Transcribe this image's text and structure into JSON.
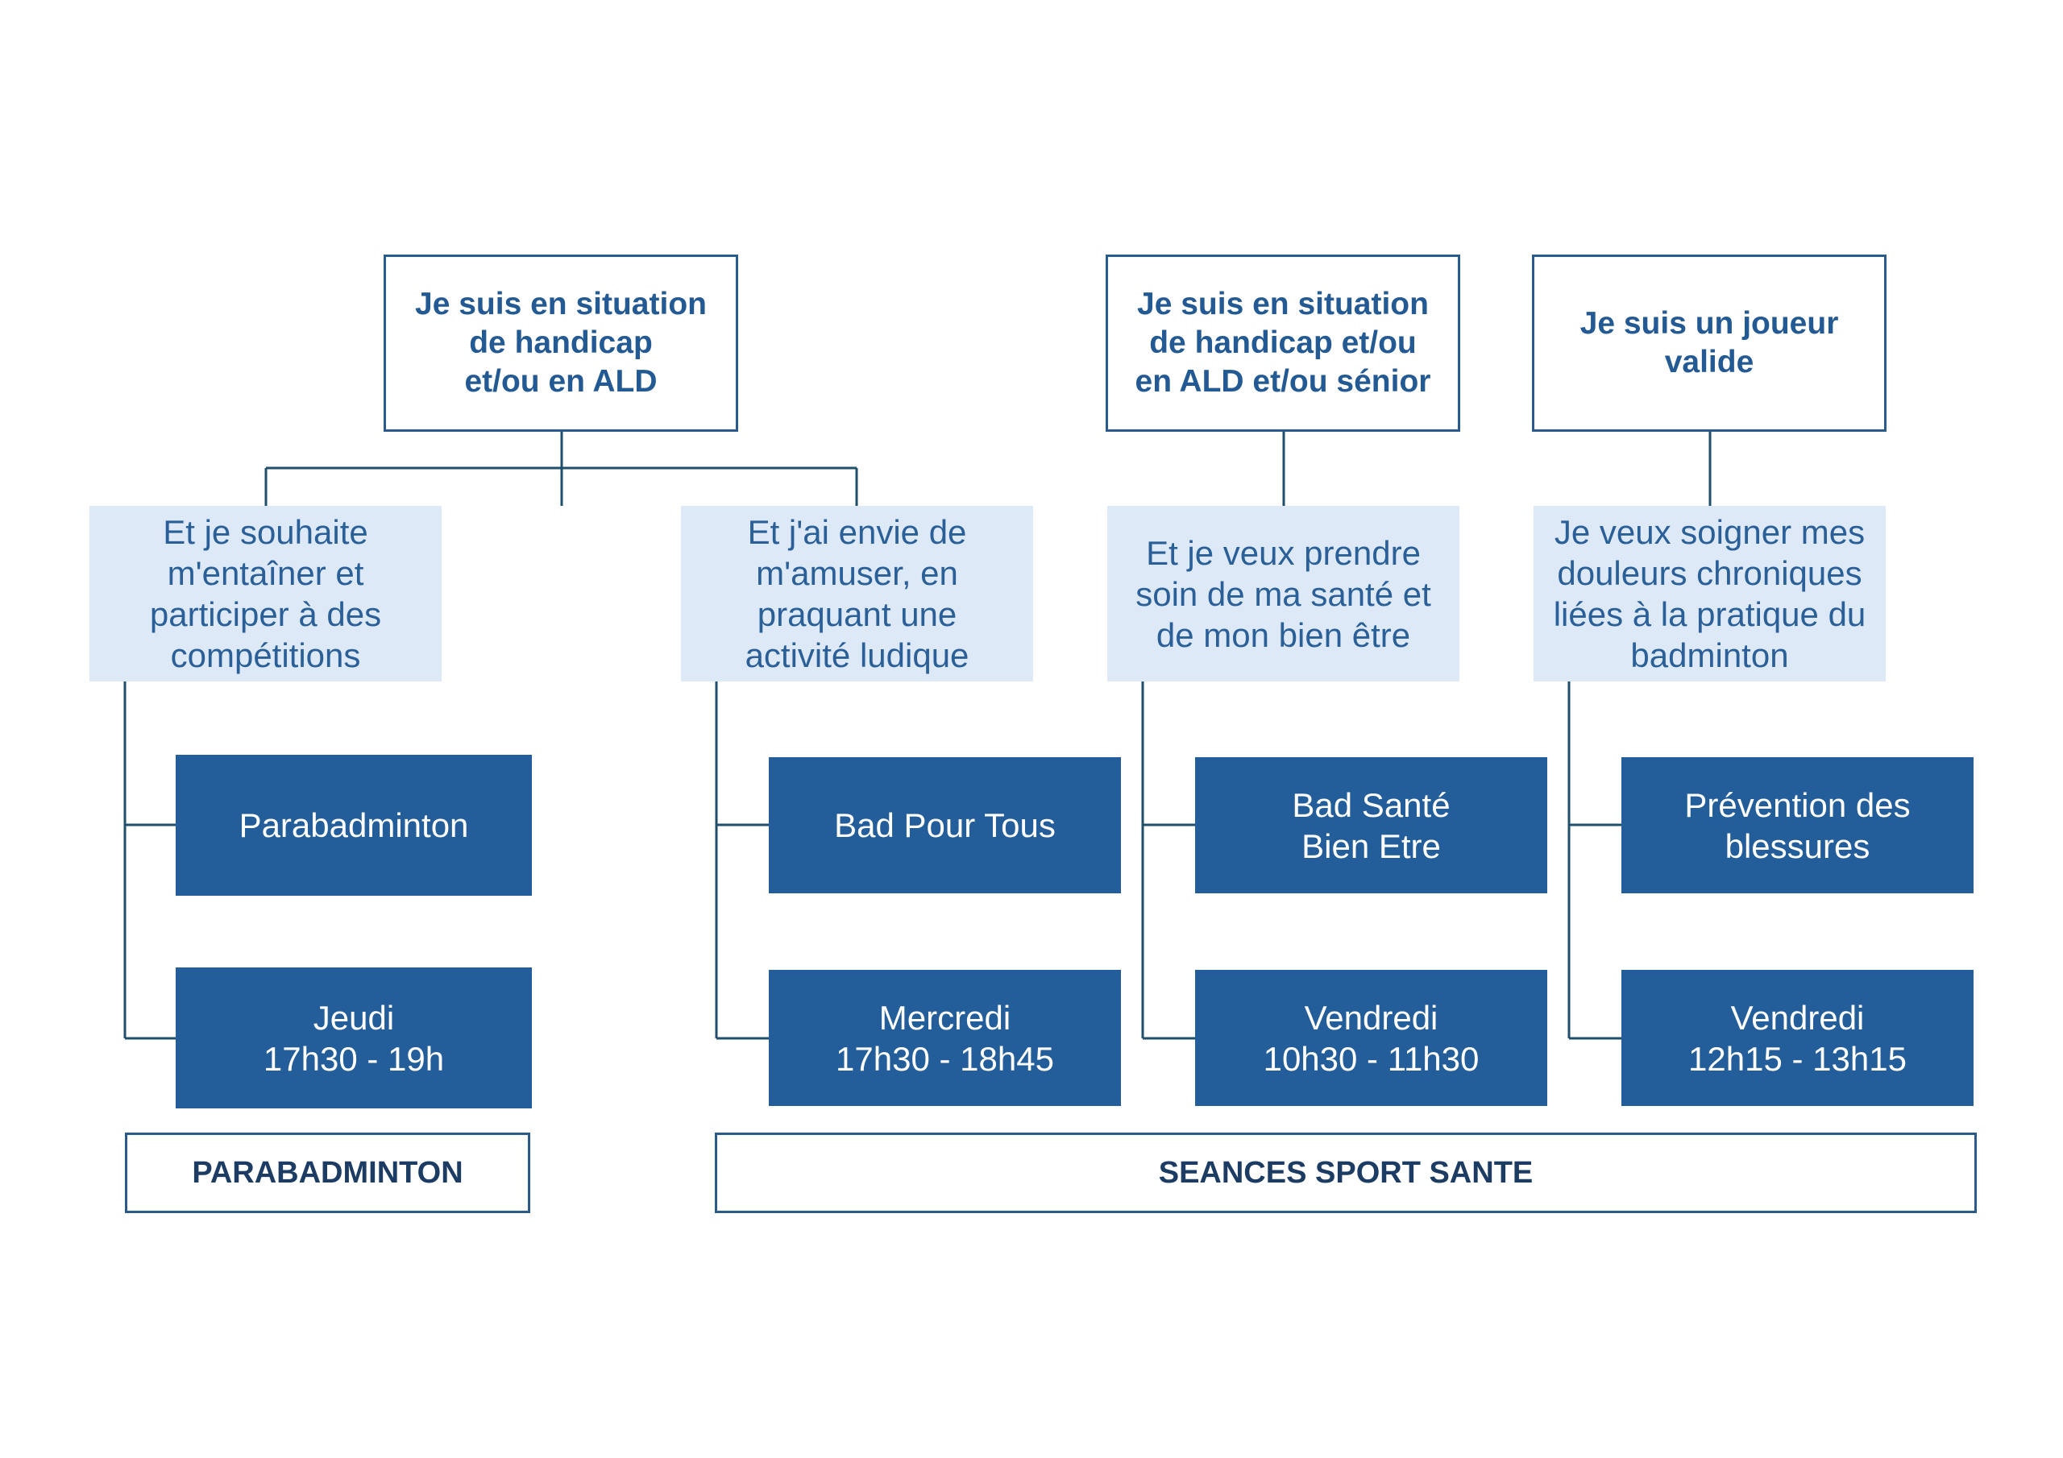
{
  "columns": [
    {
      "top": "Je suis en situation\nde handicap\net/ou en ALD",
      "subs": [
        {
          "text": "Et je souhaite\nm'entaîner et\nparticiper à des\ncompétitions",
          "program": "Parabadminton",
          "schedule": "Jeudi\n17h30 - 19h"
        },
        {
          "text": "Et j'ai envie de\nm'amuser, en\npraquant une\nactivité ludique",
          "program": "Bad Pour Tous",
          "schedule": "Mercredi\n17h30 - 18h45"
        }
      ]
    },
    {
      "top": "Je suis en situation\nde handicap et/ou\nen ALD et/ou sénior",
      "subs": [
        {
          "text": "Et je veux prendre\nsoin de ma santé et\nde mon bien être",
          "program": "Bad Santé\nBien Etre",
          "schedule": "Vendredi\n10h30 - 11h30"
        }
      ]
    },
    {
      "top": "Je suis un joueur\nvalide",
      "subs": [
        {
          "text": "Je veux soigner mes\ndouleurs chroniques\nliées à la pratique du\nbadminton",
          "program": "Prévention des\nblessures",
          "schedule": "Vendredi\n12h15 - 13h15"
        }
      ]
    }
  ],
  "footer": {
    "parabadminton": "PARABADMINTON",
    "sport_sante": "SEANCES SPORT SANTE"
  },
  "colors": {
    "dark_blue": "#235e9a",
    "light_blue": "#dde9f6",
    "line": "#1f4f6b"
  }
}
